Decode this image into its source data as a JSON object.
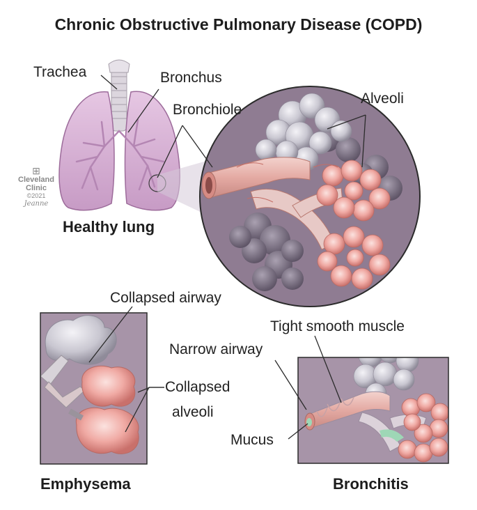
{
  "title": "Chronic Obstructive Pulmonary Disease (COPD)",
  "labels": {
    "trachea": "Trachea",
    "bronchus": "Bronchus",
    "bronchiole": "Bronchiole",
    "alveoli": "Alveoli",
    "collapsed_airway": "Collapsed airway",
    "collapsed_alveoli_1": "Collapsed",
    "collapsed_alveoli_2": "alveoli",
    "tight_smooth_muscle": "Tight smooth muscle",
    "narrow_airway": "Narrow airway",
    "mucus": "Mucus"
  },
  "captions": {
    "healthy": "Healthy lung",
    "emphysema": "Emphysema",
    "bronchitis": "Bronchitis"
  },
  "logo": {
    "line1": "Cleveland",
    "line2": "Clinic",
    "copyright": "©2021",
    "signature": "Jeanne"
  },
  "colors": {
    "lung": "#d9b4d6",
    "panel": "#a794a8",
    "circle_bg": "#8f7c92",
    "alveoli_pink": "#e8948f",
    "airway_pink": "#e9b6b0",
    "gray_alveoli": "#c8c6cf",
    "mucus": "#9ed7b6"
  }
}
